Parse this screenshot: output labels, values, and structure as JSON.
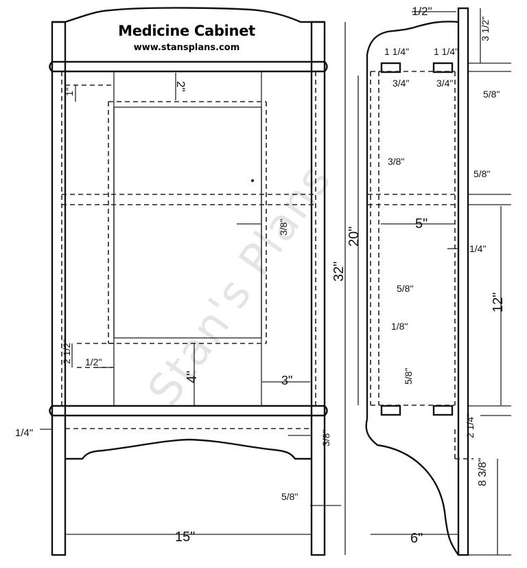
{
  "title": "Medicine Cabinet",
  "website": "www.stansplans.com",
  "watermark": "Stan's Plans",
  "dimensions": {
    "d_half": "1/2\"",
    "d_3_5in": "3 1/2\"",
    "d_1_4a": "1 1/4\"",
    "d_1_4b": "1 1/4\"",
    "d_3_4a": "3/4\"",
    "d_3_4b": "3/4\"",
    "d_5_8a": "5/8\"",
    "d_5_8b": "5/8\"",
    "d_3_8a": "3/8\"",
    "d_5in": "5\"",
    "d_1_4c": "1/4\"",
    "d_20": "20\"",
    "d_5_8c": "5/8\"",
    "d_12": "12\"",
    "d_1_8": "1/8\"",
    "d_5_8d": "5/8\"",
    "d_2_1_4": "2 1/4\"",
    "d_8_3_8": "8 3/8\"",
    "d_6": "6\"",
    "d_32": "32\"",
    "d_2in": "2\"",
    "d_1in": "1\"",
    "d_3_8b": "3/8\"",
    "d_2_1_2": "2 1/2\"",
    "d_1_2": "1/2\"",
    "d_4in": "4\"",
    "d_3in": "3\"",
    "d_1_4_left": "1/4\"",
    "d_3_8c": "3/8\"",
    "d_5_8e": "5/8\"",
    "d_15": "15\""
  }
}
